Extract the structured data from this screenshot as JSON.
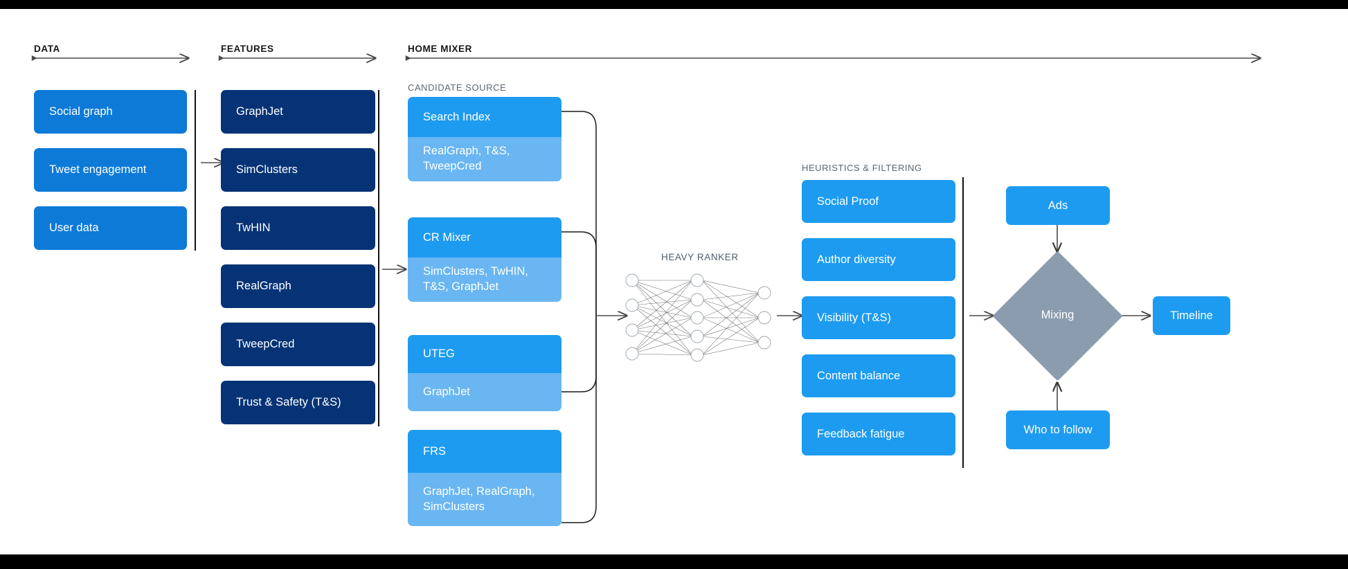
{
  "sections": {
    "data": {
      "title": "DATA"
    },
    "features": {
      "title": "FEATURES"
    },
    "home_mixer": {
      "title": "HOME MIXER"
    },
    "candidate_source": {
      "title": "CANDIDATE SOURCE"
    },
    "heavy_ranker": {
      "title": "HEAVY RANKER"
    },
    "heuristics": {
      "title": "HEURISTICS & FILTERING"
    }
  },
  "data_items": [
    {
      "label": "Social graph"
    },
    {
      "label": "Tweet engagement"
    },
    {
      "label": "User data"
    }
  ],
  "features_items": [
    {
      "label": "GraphJet"
    },
    {
      "label": "SimClusters"
    },
    {
      "label": "TwHIN"
    },
    {
      "label": "RealGraph"
    },
    {
      "label": "TweepCred"
    },
    {
      "label": "Trust & Safety (T&S)"
    }
  ],
  "candidate_sources": [
    {
      "name": "Search Index",
      "features": "RealGraph, T&S,\nTweepCred"
    },
    {
      "name": "CR Mixer",
      "features": "SimClusters, TwHIN,\nT&S, GraphJet"
    },
    {
      "name": "UTEG",
      "features": "GraphJet"
    },
    {
      "name": "FRS",
      "features": "GraphJet, RealGraph,\nSimClusters"
    }
  ],
  "heuristics_items": [
    {
      "label": "Social Proof"
    },
    {
      "label": "Author diversity"
    },
    {
      "label": "Visibility (T&S)"
    },
    {
      "label": "Content balance"
    },
    {
      "label": "Feedback fatigue"
    }
  ],
  "mixing": {
    "ads_label": "Ads",
    "node_label": "Mixing",
    "who_to_follow_label": "Who to follow",
    "timeline_label": "Timeline"
  },
  "network": {
    "input_nodes": 4,
    "hidden_nodes": 5,
    "output_nodes": 3
  },
  "colors": {
    "blue": "#0d7ad8",
    "navy": "#063376",
    "sky": "#1d9bf0",
    "sky_light": "#69b6f2",
    "diamond": "#8a9cad",
    "line": "#4a4a4a",
    "frame": "#000000"
  }
}
